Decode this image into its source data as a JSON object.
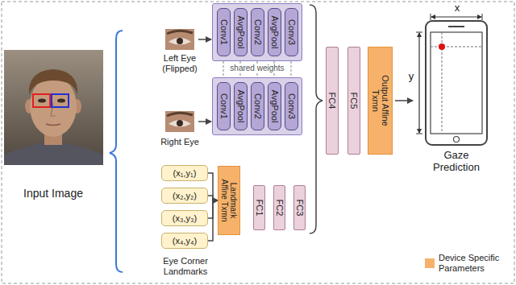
{
  "diagram": {
    "nodes": [
      {
        "text": []
      },
      {
        "text": [
          "Conv1"
        ],
        "in": 0
      },
      {
        "text": [
          "AvgPool"
        ],
        "in": 0
      },
      {
        "text": [
          "Conv2"
        ],
        "in": 0
      },
      {
        "text": [
          "AvgPool"
        ],
        "in": 0
      },
      {
        "text": [
          "Conv3"
        ],
        "in": 0
      },
      {
        "text": []
      },
      {
        "text": [
          "Conv1"
        ],
        "in": 6
      },
      {
        "text": [
          "AvgPool"
        ],
        "in": 6
      },
      {
        "text": [
          "Conv2"
        ],
        "in": 6
      },
      {
        "text": [
          "AvgPool"
        ],
        "in": 6
      },
      {
        "text": [
          "Conv3"
        ],
        "in": 6
      },
      {
        "text": [
          "(x₁,y₁)"
        ]
      },
      {
        "text": [
          "(x₂,y₂)"
        ]
      },
      {
        "text": [
          "(x₃,y₃)"
        ]
      },
      {
        "text": [
          "(x₄,y₄)"
        ]
      },
      {
        "text": [
          "Landmark Affine Txmn"
        ]
      },
      {
        "text": [
          "FC1"
        ]
      },
      {
        "text": [
          "FC2"
        ]
      },
      {
        "text": [
          "FC3"
        ]
      },
      {
        "text": [
          "FC4"
        ]
      },
      {
        "text": [
          "FC5"
        ]
      },
      {
        "text": [
          "Output Affine Txmn"
        ]
      }
    ],
    "edges": [
      {
        "from": 12,
        "to": 16,
        "arrow": "to"
      },
      {
        "from": 13,
        "to": 16,
        "arrow": "to"
      },
      {
        "from": 14,
        "to": 16,
        "arrow": "to"
      },
      {
        "from": 15,
        "to": 16,
        "arrow": "to"
      }
    ],
    "labels": [
      "Left Eye (Flipped)",
      "Right Eye",
      "Input Image",
      "Eye Corner Landmarks",
      "shared weights",
      "x",
      "y",
      "Gaze Prediction"
    ],
    "legend": [
      {
        "text": "Device Specific Parameters",
        "color": "#f6b26b"
      }
    ]
  }
}
